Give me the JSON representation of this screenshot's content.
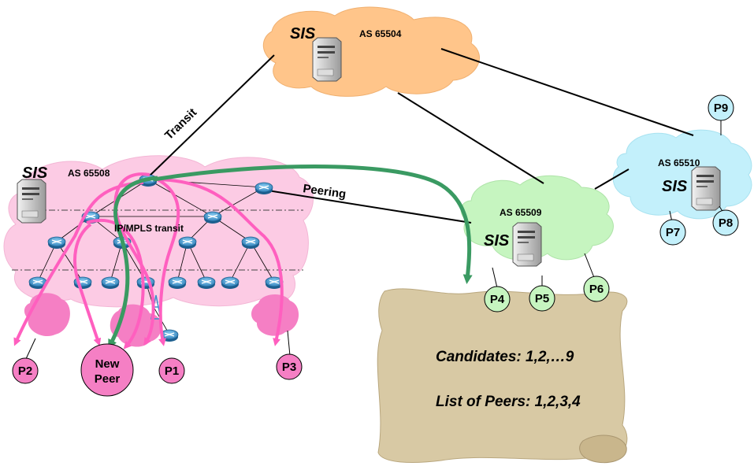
{
  "clouds": {
    "as65504": {
      "sis": "SIS",
      "asn": "AS 65504",
      "color": "#ffc58a"
    },
    "as65508": {
      "sis": "SIS",
      "asn": "AS 65508",
      "transit_label": "IP/MPLS transit",
      "color": "#fccbe4"
    },
    "as65509": {
      "sis": "SIS",
      "asn": "AS 65509",
      "color": "#c6f5c0"
    },
    "as65510": {
      "sis": "SIS",
      "asn": "AS 65510",
      "color": "#c3f0fb"
    }
  },
  "links": {
    "transit": "Transit",
    "peering": "Peering"
  },
  "peers": {
    "p1": "P1",
    "p2": "P2",
    "p3": "P3",
    "p4": "P4",
    "p5": "P5",
    "p6": "P6",
    "p7": "P7",
    "p8": "P8",
    "p9": "P9",
    "new_peer_line1": "New",
    "new_peer_line2": "Peer"
  },
  "scroll": {
    "candidates": "Candidates: 1,2,…9",
    "list_of_peers": "List of Peers: 1,2,3,4",
    "color": "#d8c9a4"
  },
  "colors": {
    "pink": "#ff5fbf",
    "green": "#3a9a62",
    "router": "#3b8fc7"
  },
  "icons": [
    "server-icon",
    "router-icon"
  ]
}
